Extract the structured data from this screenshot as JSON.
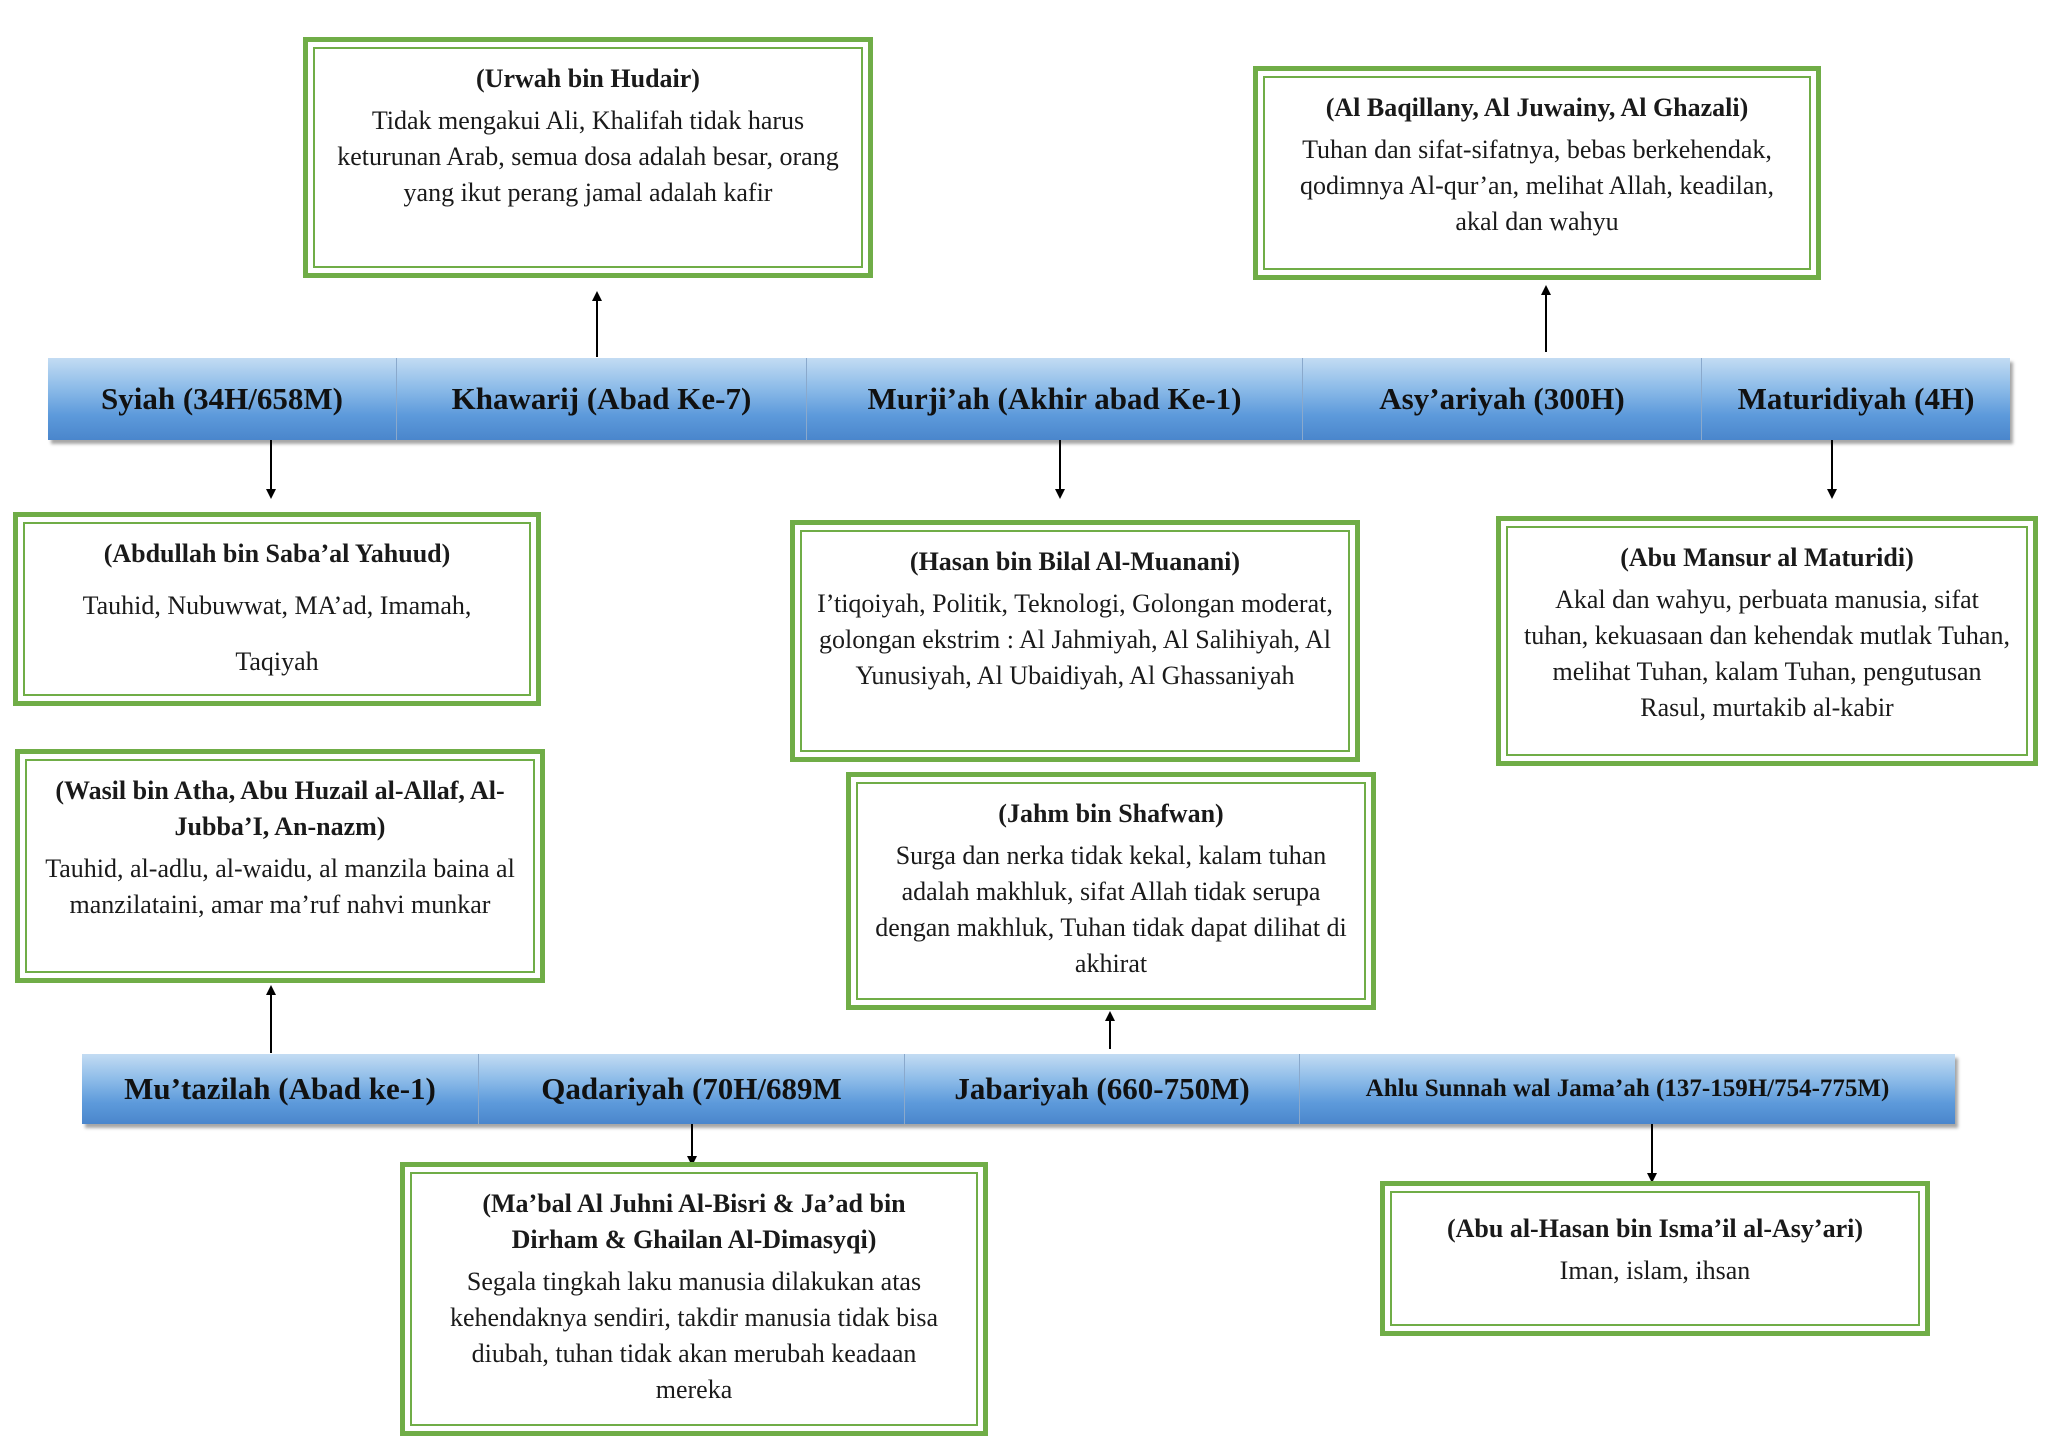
{
  "top_bar": {
    "segments": [
      "Syiah (34H/658M)",
      "Khawarij (Abad Ke-7)",
      "Murji’ah (Akhir abad Ke-1)",
      "Asy’ariyah (300H)",
      "Maturidiyah (4H)"
    ]
  },
  "bottom_bar": {
    "segments": [
      "Mu’tazilah (Abad ke-1)",
      "Qadariyah (70H/689M",
      "Jabariyah (660-750M)",
      "Ahlu Sunnah wal Jama’ah (137-159H/754-775M)"
    ]
  },
  "boxes": {
    "khawarij": {
      "title": "(Urwah bin Hudair)",
      "body": "Tidak mengakui Ali, Khalifah tidak harus keturunan Arab, semua dosa adalah besar, orang yang ikut perang jamal adalah kafir"
    },
    "asyariyah": {
      "title": "(Al Baqillany, Al Juwainy, Al Ghazali)",
      "body": "Tuhan dan sifat-sifatnya, bebas berkehendak, qodimnya Al-qur’an, melihat Allah, keadilan, akal dan wahyu"
    },
    "syiah": {
      "title": "(Abdullah bin Saba’al Yahuud)",
      "body": "Tauhid, Nubuwwat, MA’ad, Imamah, Taqiyah"
    },
    "murjiah": {
      "title": "(Hasan bin Bilal Al-Muanani)",
      "body": "I’tiqoiyah, Politik, Teknologi, Golongan moderat, golongan ekstrim : Al Jahmiyah, Al Salihiyah, Al Yunusiyah, Al Ubaidiyah, Al Ghassaniyah"
    },
    "maturidiyah": {
      "title": "(Abu Mansur al Maturidi)",
      "body": "Akal dan wahyu, perbuata manusia, sifat tuhan, kekuasaan dan kehendak mutlak Tuhan, melihat Tuhan, kalam Tuhan, pengutusan Rasul, murtakib al-kabir"
    },
    "mutazilah": {
      "title": "(Wasil bin Atha, Abu Huzail al-Allaf, Al-Jubba’I, An-nazm)",
      "body": "Tauhid, al-adlu, al-waidu, al manzila baina al manzilataini, amar ma’ruf nahvi munkar"
    },
    "jabariyah": {
      "title": "(Jahm bin Shafwan)",
      "body": "Surga dan nerka tidak kekal, kalam tuhan adalah makhluk, sifat Allah tidak serupa dengan makhluk, Tuhan tidak dapat dilihat di akhirat"
    },
    "qadariyah": {
      "title": "(Ma’bal Al Juhni Al-Bisri & Ja’ad bin Dirham & Ghailan Al-Dimasyqi)",
      "body": "Segala tingkah laku manusia dilakukan atas kehendaknya sendiri, takdir manusia tidak bisa diubah, tuhan tidak akan merubah keadaan mereka"
    },
    "ahlusunnah": {
      "title": "(Abu al-Hasan bin Isma’il al-Asy’ari)",
      "body": "Iman, islam, ihsan"
    }
  },
  "colors": {
    "box_border": "#70ad47",
    "bar_blue": "#5d9adb"
  }
}
